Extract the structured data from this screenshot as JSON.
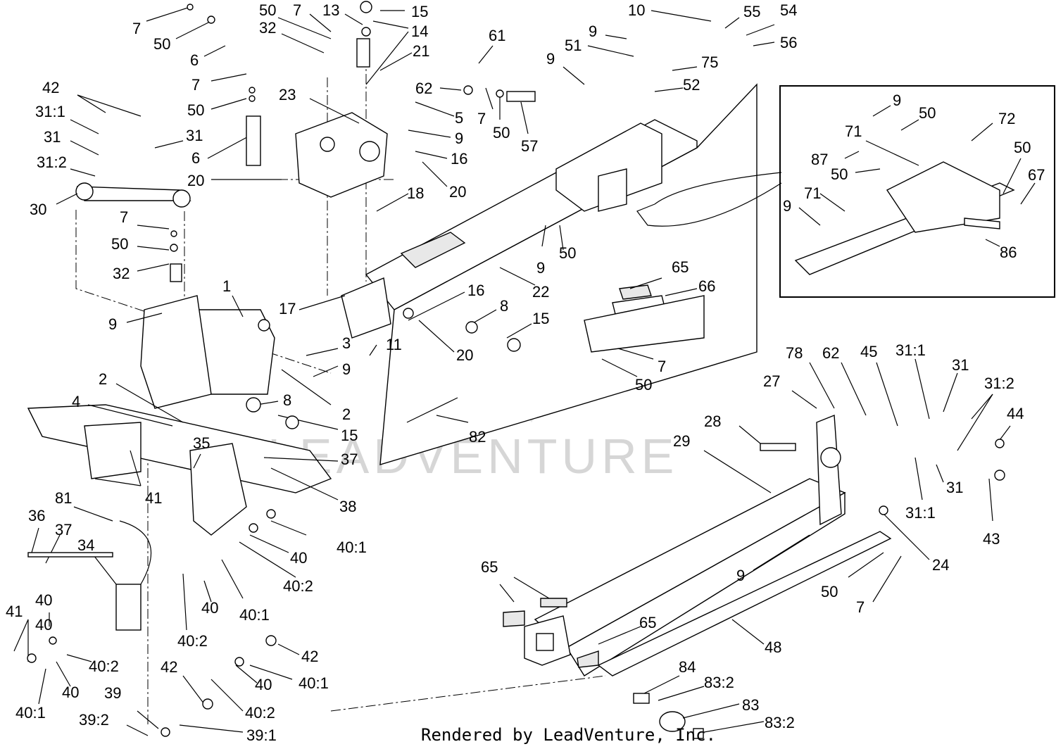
{
  "watermark": "LEADVENTURE",
  "footer": "Rendered by LeadVenture, Inc.",
  "labels": [
    {
      "id": "l1",
      "text": "7"
    },
    {
      "id": "l2",
      "text": "50"
    },
    {
      "id": "l3",
      "text": "6"
    },
    {
      "id": "l4",
      "text": "50"
    },
    {
      "id": "l5",
      "text": "32"
    },
    {
      "id": "l6",
      "text": "7"
    },
    {
      "id": "l7",
      "text": "13"
    },
    {
      "id": "l8",
      "text": "15"
    },
    {
      "id": "l9",
      "text": "14"
    },
    {
      "id": "l10",
      "text": "21"
    },
    {
      "id": "l11",
      "text": "61"
    },
    {
      "id": "l12",
      "text": "10"
    },
    {
      "id": "l13",
      "text": "9"
    },
    {
      "id": "l14",
      "text": "55"
    },
    {
      "id": "l15",
      "text": "54"
    },
    {
      "id": "l16",
      "text": "51"
    },
    {
      "id": "l17",
      "text": "56"
    },
    {
      "id": "l18",
      "text": "9"
    },
    {
      "id": "l19",
      "text": "75"
    },
    {
      "id": "l20",
      "text": "52"
    },
    {
      "id": "l21",
      "text": "42"
    },
    {
      "id": "l22",
      "text": "31:1"
    },
    {
      "id": "l23",
      "text": "31"
    },
    {
      "id": "l24",
      "text": "31:2"
    },
    {
      "id": "l25",
      "text": "31"
    },
    {
      "id": "l26",
      "text": "30"
    },
    {
      "id": "l27",
      "text": "7"
    },
    {
      "id": "l28",
      "text": "50"
    },
    {
      "id": "l29",
      "text": "6"
    },
    {
      "id": "l30",
      "text": "20"
    },
    {
      "id": "l31",
      "text": "23"
    },
    {
      "id": "l32",
      "text": "62"
    },
    {
      "id": "l33",
      "text": "7"
    },
    {
      "id": "l34",
      "text": "50"
    },
    {
      "id": "l35",
      "text": "57"
    },
    {
      "id": "l36",
      "text": "5"
    },
    {
      "id": "l37",
      "text": "9"
    },
    {
      "id": "l38",
      "text": "16"
    },
    {
      "id": "l39",
      "text": "20"
    },
    {
      "id": "l40",
      "text": "18"
    },
    {
      "id": "l41",
      "text": "7"
    },
    {
      "id": "l42",
      "text": "50"
    },
    {
      "id": "l43",
      "text": "32"
    },
    {
      "id": "l44",
      "text": "1"
    },
    {
      "id": "l45",
      "text": "9"
    },
    {
      "id": "l46",
      "text": "17"
    },
    {
      "id": "l47",
      "text": "16"
    },
    {
      "id": "l48",
      "text": "9"
    },
    {
      "id": "l49",
      "text": "50"
    },
    {
      "id": "l50",
      "text": "22"
    },
    {
      "id": "l51",
      "text": "8"
    },
    {
      "id": "l52",
      "text": "15"
    },
    {
      "id": "l53",
      "text": "11"
    },
    {
      "id": "l54",
      "text": "20"
    },
    {
      "id": "l55",
      "text": "3"
    },
    {
      "id": "l56",
      "text": "9"
    },
    {
      "id": "l57",
      "text": "2"
    },
    {
      "id": "l58",
      "text": "2"
    },
    {
      "id": "l59",
      "text": "8"
    },
    {
      "id": "l60",
      "text": "15"
    },
    {
      "id": "l61",
      "text": "4"
    },
    {
      "id": "l62",
      "text": "41"
    },
    {
      "id": "l63",
      "text": "35"
    },
    {
      "id": "l64",
      "text": "37"
    },
    {
      "id": "l65",
      "text": "38"
    },
    {
      "id": "l66",
      "text": "82"
    },
    {
      "id": "l67",
      "text": "65"
    },
    {
      "id": "l68",
      "text": "66"
    },
    {
      "id": "l69",
      "text": "7"
    },
    {
      "id": "l70",
      "text": "50"
    },
    {
      "id": "l71",
      "text": "9"
    },
    {
      "id": "l72",
      "text": "50"
    },
    {
      "id": "l73",
      "text": "72"
    },
    {
      "id": "l74",
      "text": "71"
    },
    {
      "id": "l75",
      "text": "87"
    },
    {
      "id": "l76",
      "text": "50"
    },
    {
      "id": "l77",
      "text": "50"
    },
    {
      "id": "l78",
      "text": "67"
    },
    {
      "id": "l79",
      "text": "9"
    },
    {
      "id": "l80",
      "text": "71"
    },
    {
      "id": "l81",
      "text": "86"
    },
    {
      "id": "l82",
      "text": "78"
    },
    {
      "id": "l83",
      "text": "62"
    },
    {
      "id": "l84",
      "text": "45"
    },
    {
      "id": "l85",
      "text": "31:1"
    },
    {
      "id": "l86",
      "text": "31"
    },
    {
      "id": "l87",
      "text": "27"
    },
    {
      "id": "l88",
      "text": "31:2"
    },
    {
      "id": "l89",
      "text": "44"
    },
    {
      "id": "l90",
      "text": "28"
    },
    {
      "id": "l91",
      "text": "29"
    },
    {
      "id": "l92",
      "text": "31"
    },
    {
      "id": "l93",
      "text": "31:1"
    },
    {
      "id": "l94",
      "text": "43"
    },
    {
      "id": "l95",
      "text": "24"
    },
    {
      "id": "l96",
      "text": "9"
    },
    {
      "id": "l97",
      "text": "50"
    },
    {
      "id": "l98",
      "text": "7"
    },
    {
      "id": "l99",
      "text": "48"
    },
    {
      "id": "l100",
      "text": "65"
    },
    {
      "id": "l101",
      "text": "65"
    },
    {
      "id": "l102",
      "text": "84"
    },
    {
      "id": "l103",
      "text": "83:2"
    },
    {
      "id": "l104",
      "text": "83"
    },
    {
      "id": "l105",
      "text": "83:2"
    },
    {
      "id": "l106",
      "text": "81"
    },
    {
      "id": "l107",
      "text": "36"
    },
    {
      "id": "l108",
      "text": "37"
    },
    {
      "id": "l109",
      "text": "34"
    },
    {
      "id": "l110",
      "text": "40"
    },
    {
      "id": "l111",
      "text": "40:1"
    },
    {
      "id": "l112",
      "text": "40"
    },
    {
      "id": "l113",
      "text": "40:2"
    },
    {
      "id": "l114",
      "text": "40"
    },
    {
      "id": "l115",
      "text": "40:1"
    },
    {
      "id": "l116",
      "text": "40:2"
    },
    {
      "id": "l117",
      "text": "41"
    },
    {
      "id": "l118",
      "text": "40"
    },
    {
      "id": "l119",
      "text": "40:2"
    },
    {
      "id": "l120",
      "text": "40"
    },
    {
      "id": "l121",
      "text": "42"
    },
    {
      "id": "l122",
      "text": "40"
    },
    {
      "id": "l123",
      "text": "40:1"
    },
    {
      "id": "l124",
      "text": "42"
    },
    {
      "id": "l125",
      "text": "40:1"
    },
    {
      "id": "l126",
      "text": "40:2"
    },
    {
      "id": "l127",
      "text": "39"
    },
    {
      "id": "l128",
      "text": "39:2"
    },
    {
      "id": "l129",
      "text": "39:1"
    }
  ]
}
